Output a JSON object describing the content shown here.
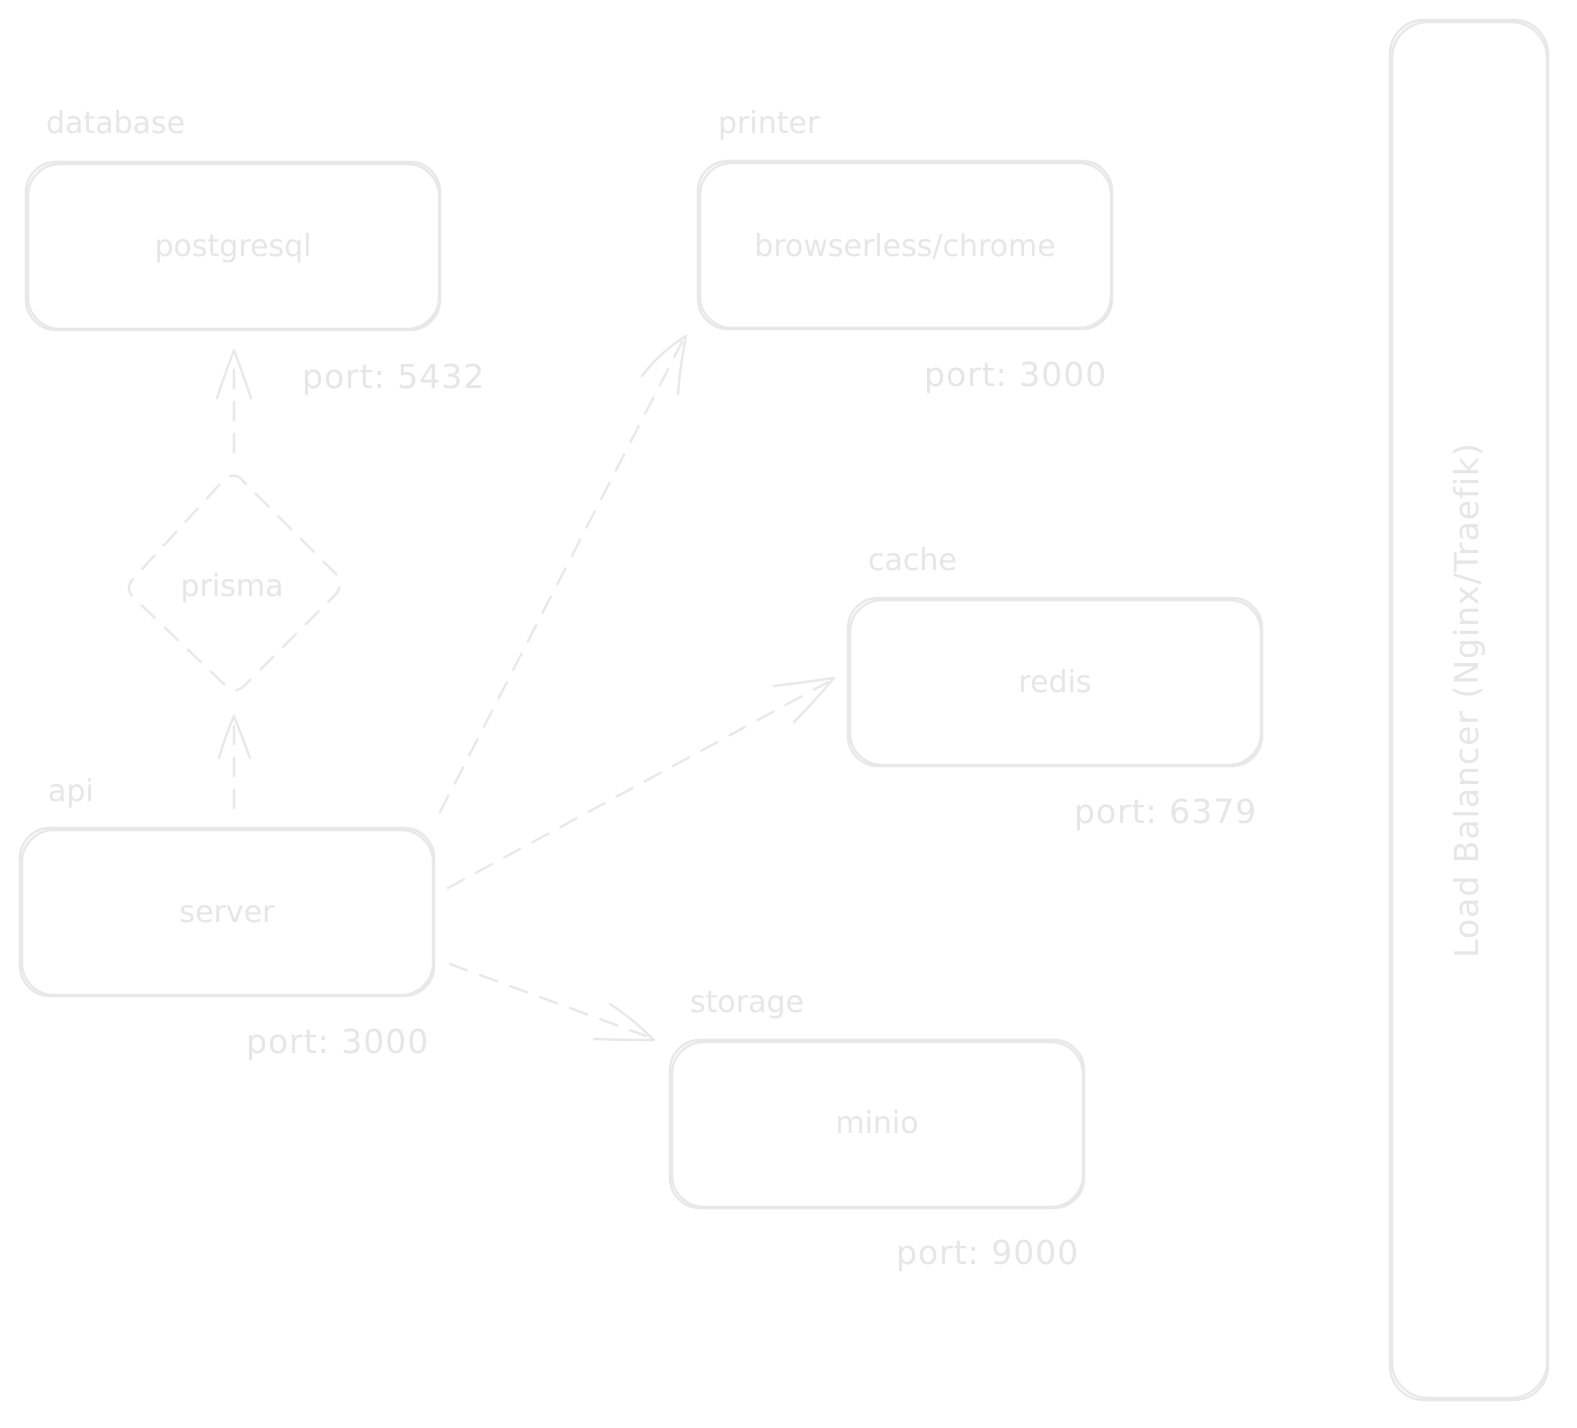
{
  "groups": {
    "database": "database",
    "printer": "printer",
    "cache": "cache",
    "api": "api",
    "storage": "storage"
  },
  "nodes": {
    "postgresql": "postgresql",
    "browserless": "browserless/chrome",
    "redis": "redis",
    "server": "server",
    "minio": "minio",
    "prisma": "prisma"
  },
  "ports": {
    "postgresql": "port: 5432",
    "browserless": "port: 3000",
    "redis": "port: 6379",
    "server": "port: 3000",
    "minio": "port: 9000"
  },
  "load_balancer": {
    "label": "Load Balancer (Nginx/Traefik)"
  },
  "edges": [
    {
      "from": "server",
      "to": "prisma"
    },
    {
      "from": "prisma",
      "to": "postgresql"
    },
    {
      "from": "server",
      "to": "browserless/chrome"
    },
    {
      "from": "server",
      "to": "redis"
    },
    {
      "from": "server",
      "to": "minio"
    }
  ],
  "colors": {
    "stroke": "#e8e8e8",
    "text": "#e6e6e6",
    "background": "#ffffff"
  }
}
